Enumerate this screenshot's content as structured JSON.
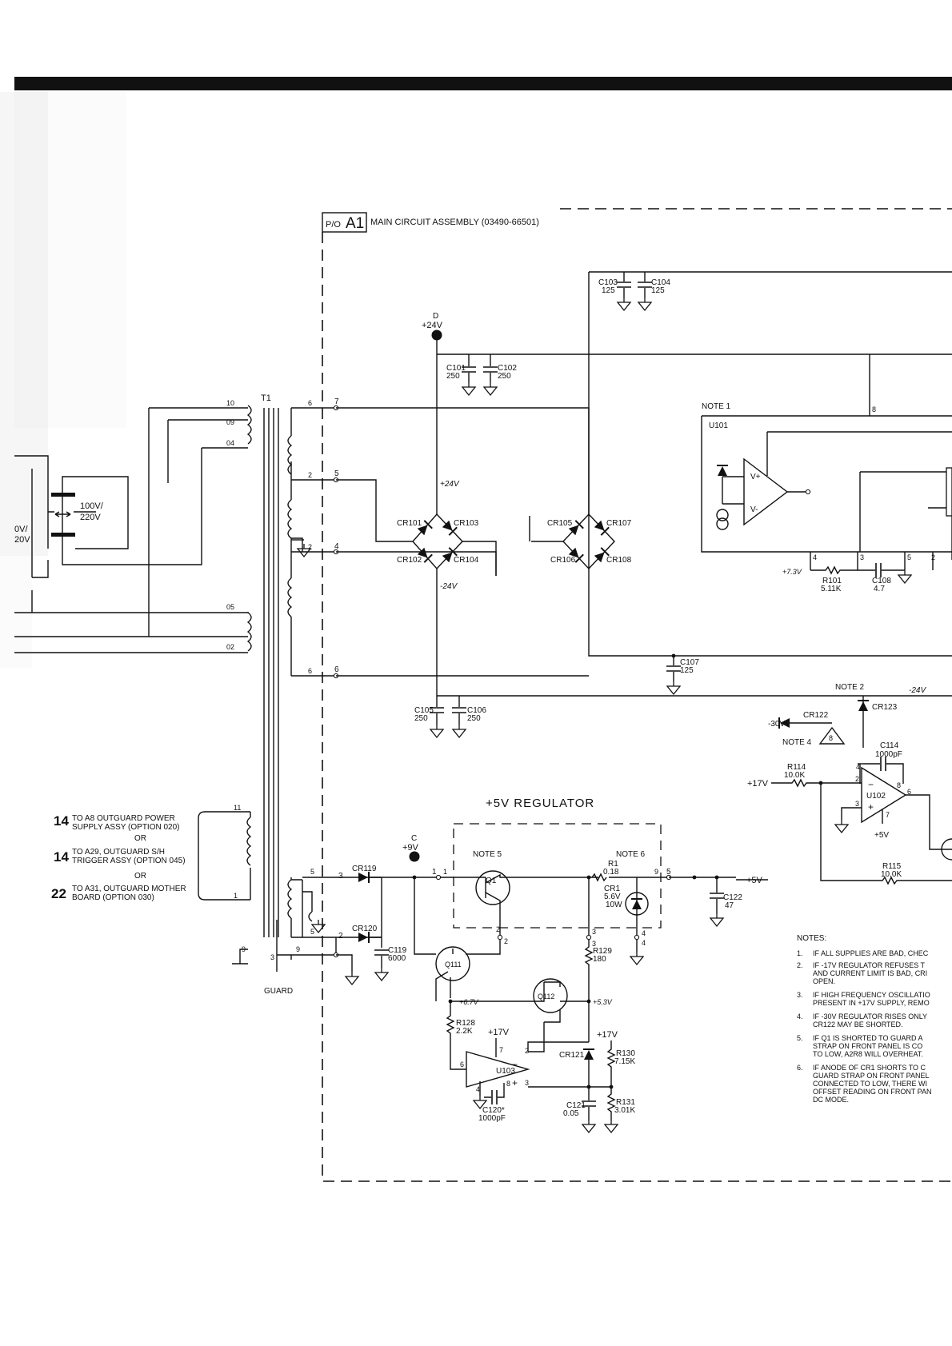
{
  "assembly": {
    "prefix": "P/O",
    "ref": "A1",
    "title": "MAIN CIRCUIT ASSEMBLY (03490-66501)"
  },
  "regulator_title": "+5V REGULATOR",
  "test_points": {
    "d_letter": "D",
    "d_volt": "+24V",
    "c_letter": "C",
    "c_volt": "+9V"
  },
  "transformer": {
    "ref": "T1",
    "guard": "GUARD",
    "line_label_1": "100V/",
    "line_label_2": "220V",
    "cut_label_1": "0V/",
    "cut_label_2": "20V",
    "wires": [
      "10",
      "09",
      "04",
      "05",
      "02",
      "1",
      "11",
      "5",
      "5",
      "9",
      "3",
      "9"
    ],
    "sec_wires": [
      "6",
      "2",
      "2",
      "6"
    ],
    "pins": [
      "7",
      "5",
      "4",
      "6",
      "3",
      "2",
      "1",
      "5",
      "2",
      "3",
      "4"
    ]
  },
  "components": {
    "c103": "C103",
    "c103v": "125",
    "c104": "C104",
    "c104v": "125",
    "c101": "C101",
    "c101v": "250",
    "c102": "C102",
    "c102v": "250",
    "c105": "C105",
    "c105v": "250",
    "c106": "C106",
    "c106v": "250",
    "c107": "C107",
    "c107v": "125",
    "c108": "C108",
    "c108v": "4.7",
    "r101": "R101",
    "r101v": "5.11K",
    "cr101": "CR101",
    "cr102": "CR102",
    "cr103": "CR103",
    "cr104": "CR104",
    "cr105": "CR105",
    "cr106": "CR106",
    "cr107": "CR107",
    "cr108": "CR108",
    "cr119": "CR119",
    "cr120": "CR120",
    "c119": "C119",
    "c119v": "6000",
    "q1": "Q1",
    "q111": "Q111",
    "q112": "Q112",
    "r1": "R1",
    "r1v": "0.18",
    "cr1": "CR1",
    "cr1v": "5.6V",
    "cr1w": "10W",
    "c122": "C122",
    "c122v": "47",
    "r129": "R129",
    "r129v": "180",
    "r128": "R128",
    "r128v": "2.2K",
    "u103": "U103",
    "c120": "C120*",
    "c120v": "1000pF",
    "cr121": "CR121",
    "c121": "C121",
    "c121v": "0.05",
    "r130": "R130",
    "r130v": "7.15K",
    "r131": "R131",
    "r131v": "3.01K",
    "u101": "U101",
    "u102": "U102",
    "cr122": "CR122",
    "cr123": "CR123",
    "c114": "C114",
    "c114v": "1000pF",
    "r114": "R114",
    "r114v": "10.0K",
    "r115": "R115",
    "r115v": "10.0K"
  },
  "net_labels": {
    "p24v": "+24V",
    "m24v": "-24V",
    "m24v_b": "-24V",
    "p7_3v": "+7.3V",
    "m30v": "-30V",
    "p17v_in": "+17V",
    "p17v_u103": "+17V",
    "p17v_r130": "+17V",
    "p6_7v": "+6.7V",
    "p5_3v": "+5.3V",
    "p5v_out": "+5V",
    "p5v_u102": "+5V",
    "vplus": "V+",
    "vminus": "V-"
  },
  "notes_refs": {
    "note1": "NOTE 1",
    "note2": "NOTE 2",
    "note4": "NOTE 4",
    "note5": "NOTE 5",
    "note6": "NOTE 6",
    "tri8": "8"
  },
  "destinations": [
    {
      "num": "14",
      "line1": "TO A8 OUTGUARD POWER",
      "line2": "SUPPLY ASSY (OPTION 020)"
    },
    {
      "num": "14",
      "line1": "TO A29, OUTGUARD S/H",
      "line2": "TRIGGER ASSY (OPTION 045)"
    },
    {
      "num": "22",
      "line1": "TO A31, OUTGUARD MOTHER",
      "line2": "BOARD (OPTION 030)"
    }
  ],
  "or_label": "OR",
  "notes": {
    "heading": "NOTES:",
    "items": [
      {
        "n": "1.",
        "lines": [
          "IF ALL SUPPLIES ARE BAD, CHEC"
        ]
      },
      {
        "n": "2.",
        "lines": [
          "IF -17V REGULATOR REFUSES T",
          "AND CURRENT LIMIT IS BAD, CRI",
          "OPEN."
        ]
      },
      {
        "n": "3.",
        "lines": [
          "IF HIGH FREQUENCY OSCILLATIO",
          "PRESENT IN +17V SUPPLY, REMO"
        ]
      },
      {
        "n": "4.",
        "lines": [
          "IF -30V REGULATOR RISES ONLY",
          "CR122 MAY BE SHORTED."
        ]
      },
      {
        "n": "5.",
        "lines": [
          "IF Q1 IS SHORTED TO GUARD A",
          "STRAP ON FRONT PANEL IS CO",
          "TO LOW, A2R8 WILL OVERHEAT."
        ]
      },
      {
        "n": "6.",
        "lines": [
          "IF ANODE OF CR1 SHORTS TO C",
          "GUARD STRAP ON FRONT PANEL",
          "CONNECTED TO LOW, THERE WI",
          "OFFSET READING ON FRONT PAN",
          "DC MODE."
        ]
      }
    ]
  }
}
